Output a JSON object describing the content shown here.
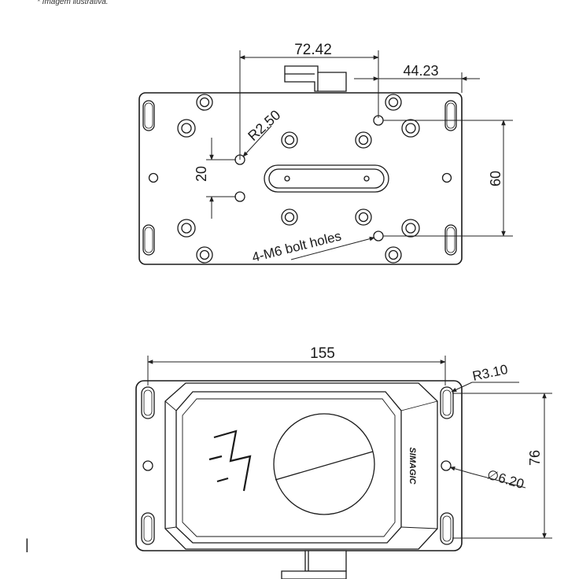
{
  "caption": "* Imagem ilustrativa.",
  "colors": {
    "stroke": "#1a1a1a",
    "plate_fill": "#ffffff",
    "dim_line": "#222222"
  },
  "top_view": {
    "dim_center_offset": "72.42",
    "dim_edge_offset": "44.23",
    "dim_hole_radius": "R2.50",
    "dim_hole_spacing": "20",
    "dim_vertical_spacing": "60",
    "bolt_note": "4-M6 bolt holes"
  },
  "front_view": {
    "dim_width": "155",
    "dim_slot_radius": "R3.10",
    "dim_height": "76",
    "dim_hole_diameter": "∅6.20",
    "logo_text": "SIMAGIC"
  },
  "side_marker": "|"
}
